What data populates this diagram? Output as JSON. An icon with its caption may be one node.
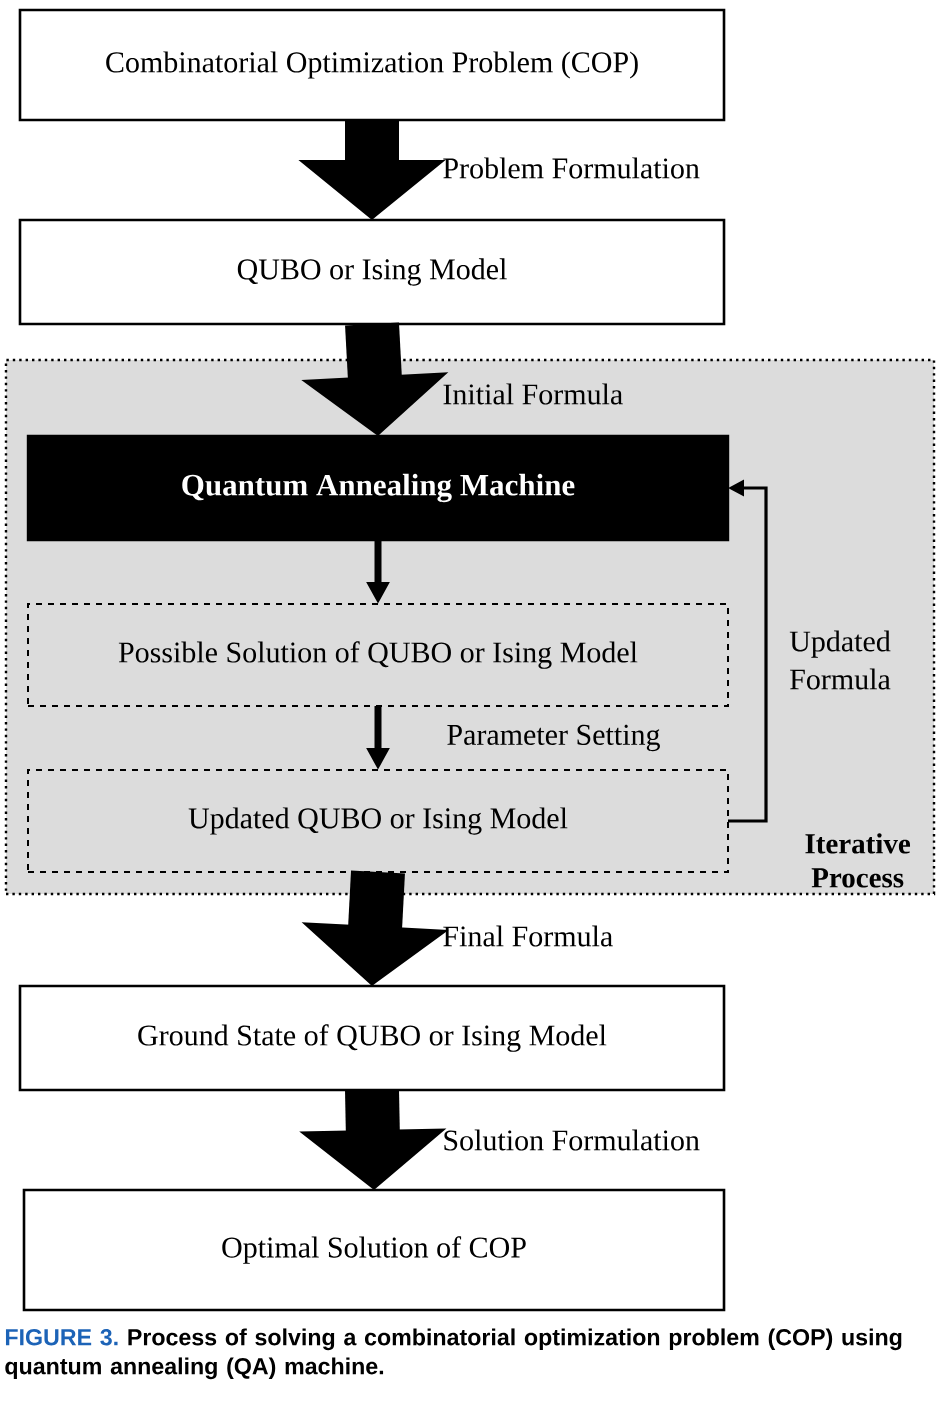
{
  "diagram": {
    "caption": "Process of solving a combinatorial optimization problem (COP) using quantum annealing (QA) machine.",
    "nodes": [
      {
        "text": [
          "Combinatorial Optimization Problem (COP)"
        ]
      },
      {
        "text": [
          "QUBO or Ising Model"
        ]
      },
      {
        "text": [
          "Iterative Process"
        ]
      },
      {
        "text": [
          "Quantum Annealing Machine"
        ],
        "in": 2
      },
      {
        "text": [
          "Possible Solution of QUBO or Ising Model"
        ],
        "in": 2
      },
      {
        "text": [
          "Updated QUBO or Ising Model"
        ],
        "in": 2
      },
      {
        "text": [
          "Ground State of QUBO or Ising Model"
        ]
      },
      {
        "text": [
          "Optimal Solution of COP"
        ]
      }
    ],
    "edges": [
      {
        "from": 0,
        "to": 1,
        "arrow": "to",
        "label": "Problem Formulation"
      },
      {
        "from": 1,
        "to": 3,
        "arrow": "to",
        "label": "Initial Formula"
      },
      {
        "from": 3,
        "to": 4,
        "arrow": "to"
      },
      {
        "from": 4,
        "to": 5,
        "arrow": "to",
        "label": "Parameter Setting"
      },
      {
        "from": 5,
        "to": 3,
        "arrow": "to",
        "label": "Updated Formula"
      },
      {
        "from": 5,
        "to": 6,
        "arrow": "to",
        "label": "Final Formula"
      },
      {
        "from": 6,
        "to": 7,
        "arrow": "to",
        "label": "Solution Formulation"
      }
    ],
    "labels": [
      "FIGURE 3."
    ]
  }
}
